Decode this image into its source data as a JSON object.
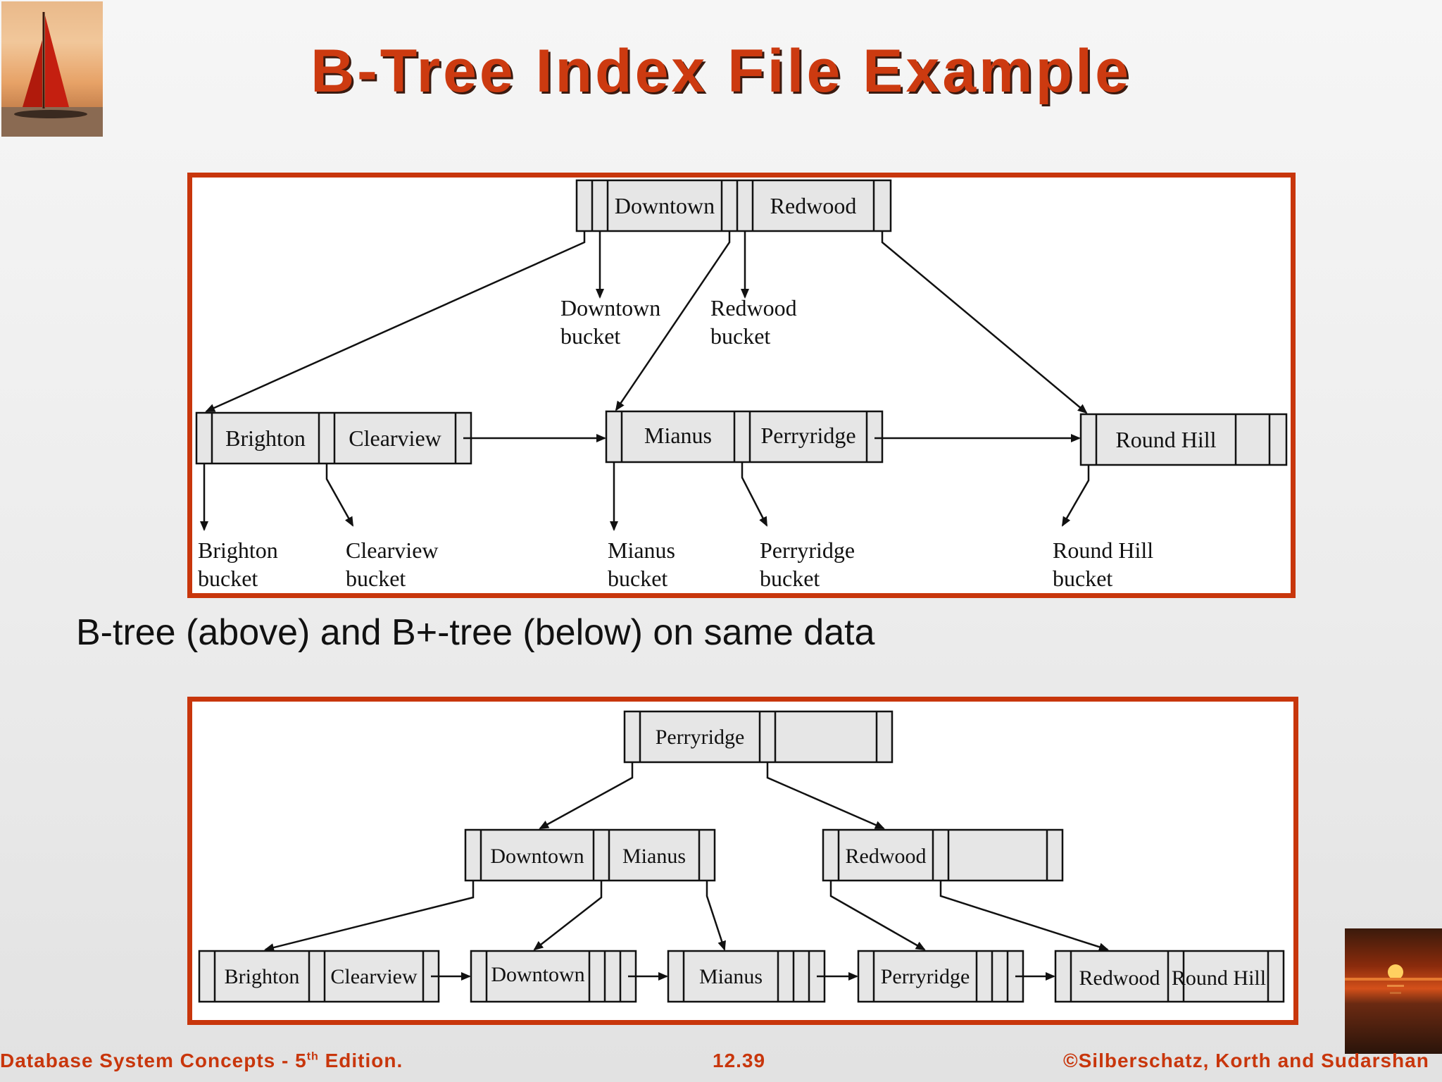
{
  "title": "B-Tree Index File Example",
  "caption": "B-tree (above) and B+-tree (below) on same data",
  "footer": {
    "left_prefix": "Database System Concepts - 5",
    "left_sup": "th",
    "left_suffix": " Edition.",
    "center": "12.39",
    "right": "©Silberschatz, Korth and Sudarshan"
  },
  "btree": {
    "root": [
      "Downtown",
      "Redwood"
    ],
    "leaves": [
      [
        "Brighton",
        "Clearview"
      ],
      [
        "Mianus",
        "Perryridge"
      ],
      [
        "Round Hill",
        ""
      ]
    ],
    "buckets": [
      "Downtown bucket",
      "Redwood bucket",
      "Brighton bucket",
      "Clearview bucket",
      "Mianus bucket",
      "Perryridge bucket",
      "Round Hill bucket"
    ]
  },
  "bplustree": {
    "root": [
      "Perryridge",
      ""
    ],
    "internal": [
      [
        "Downtown",
        "Mianus"
      ],
      [
        "Redwood",
        ""
      ]
    ],
    "leaves": [
      [
        "Brighton",
        "Clearview"
      ],
      [
        "Downtown",
        ""
      ],
      [
        "Mianus",
        ""
      ],
      [
        "Perryridge",
        ""
      ],
      [
        "Redwood",
        "Round Hill"
      ]
    ]
  },
  "colors": {
    "accent": "#c8360c",
    "node_fill": "#e6e6e6",
    "stroke": "#111111"
  }
}
